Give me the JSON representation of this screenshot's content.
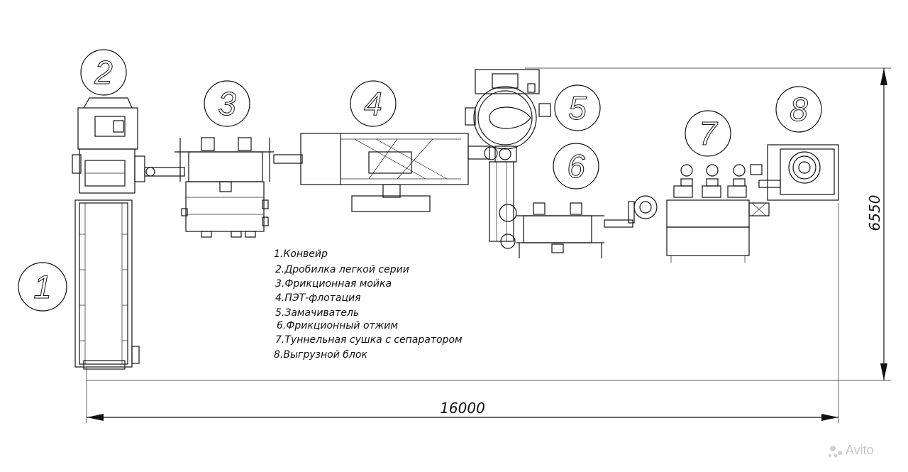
{
  "callouts": [
    "1",
    "2",
    "3",
    "4",
    "5",
    "6",
    "7",
    "8"
  ],
  "legend": [
    "1.Конвейр",
    "2.Дробилка легкой серии",
    "3.Фрикционная мойка",
    "4.ПЭТ-флотация",
    "5.Замачиватель",
    "6.Фрикционный отжим",
    "7.Туннельная сушка с сепаратором",
    "8.Выгрузной блок"
  ],
  "dimensions": {
    "width": "16000",
    "height": "6550"
  },
  "watermark": "Avito"
}
